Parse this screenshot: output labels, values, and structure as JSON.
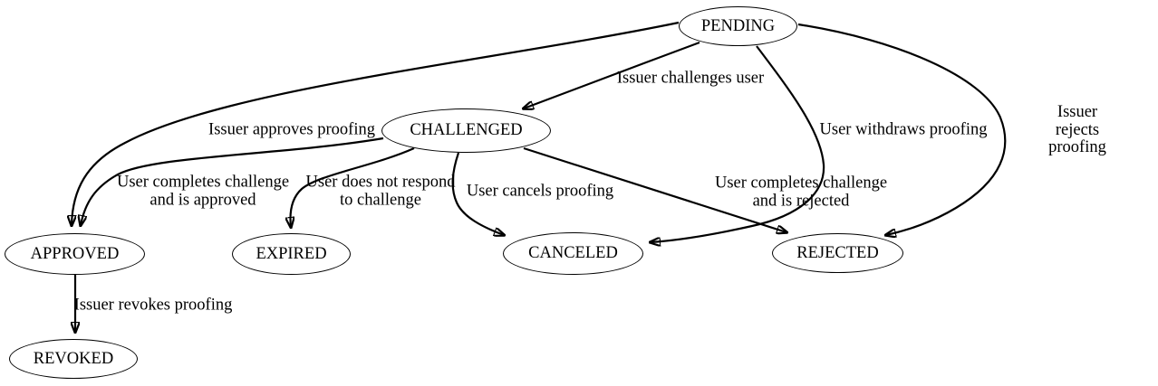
{
  "diagram": {
    "type": "state-machine-graph",
    "colors": {
      "stroke": "#000000",
      "node_fill": "#ffffff",
      "background": "#ffffff",
      "text": "#000000"
    },
    "nodes": [
      {
        "id": "pending",
        "label": "PENDING"
      },
      {
        "id": "challenged",
        "label": "CHALLENGED"
      },
      {
        "id": "approved",
        "label": "APPROVED"
      },
      {
        "id": "expired",
        "label": "EXPIRED"
      },
      {
        "id": "canceled",
        "label": "CANCELED"
      },
      {
        "id": "rejected",
        "label": "REJECTED"
      },
      {
        "id": "revoked",
        "label": "REVOKED"
      }
    ],
    "edges": [
      {
        "from": "PENDING",
        "to": "CHALLENGED",
        "label": "Issuer challenges user"
      },
      {
        "from": "PENDING",
        "to": "APPROVED",
        "label": "Issuer approves proofing"
      },
      {
        "from": "PENDING",
        "to": "CANCELED",
        "label": "User withdraws proofing"
      },
      {
        "from": "PENDING",
        "to": "REJECTED",
        "label": "Issuer rejects proofing"
      },
      {
        "from": "CHALLENGED",
        "to": "APPROVED",
        "label": "User completes challenge\nand is approved"
      },
      {
        "from": "CHALLENGED",
        "to": "EXPIRED",
        "label": "User does not respond\nto challenge"
      },
      {
        "from": "CHALLENGED",
        "to": "CANCELED",
        "label": "User cancels proofing"
      },
      {
        "from": "CHALLENGED",
        "to": "REJECTED",
        "label": "User completes challenge\nand is rejected"
      },
      {
        "from": "APPROVED",
        "to": "REVOKED",
        "label": "Issuer revokes proofing"
      }
    ]
  }
}
